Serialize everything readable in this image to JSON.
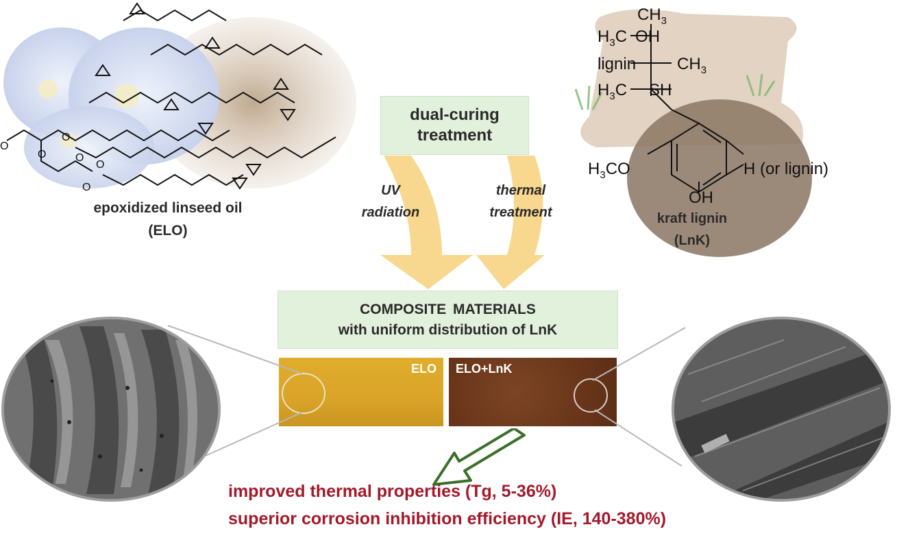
{
  "elo": {
    "name": "epoxidized linseed oil",
    "abbr": "(ELO)"
  },
  "curing": {
    "title": "dual-curing treatment",
    "uv": "UV radiation",
    "thermal": "thermal treatment"
  },
  "lignin": {
    "name": "kraft lignin",
    "abbr": "(LnK)",
    "structure": {
      "ch3_top": "CH3",
      "h3c_oh": "H3C",
      "oh_top": "OH",
      "lignin_left": "lignin",
      "ch3_right": "CH3",
      "h3c_sh": "H3C",
      "sh": "SH",
      "h3co": "H3CO",
      "h_or_lignin": "H (or lignin)",
      "oh_bottom": "OH"
    }
  },
  "composite": {
    "line1": "COMPOSITE MATERIALS",
    "line2": "with uniform distribution of LnK"
  },
  "samples": {
    "left": "ELO",
    "right": "ELO+LnK"
  },
  "results": {
    "line1": "improved thermal properties (Tg, 5-36%)",
    "line2": "superior corrosion inhibition efficiency (IE, 140-380%)"
  },
  "colors": {
    "box_green": "#e2f1dc",
    "arrow_orange": "#f7d382",
    "result_red": "#a3192a",
    "elo_sample": "#d9a72a",
    "lnk_sample": "#6e3a1e"
  }
}
